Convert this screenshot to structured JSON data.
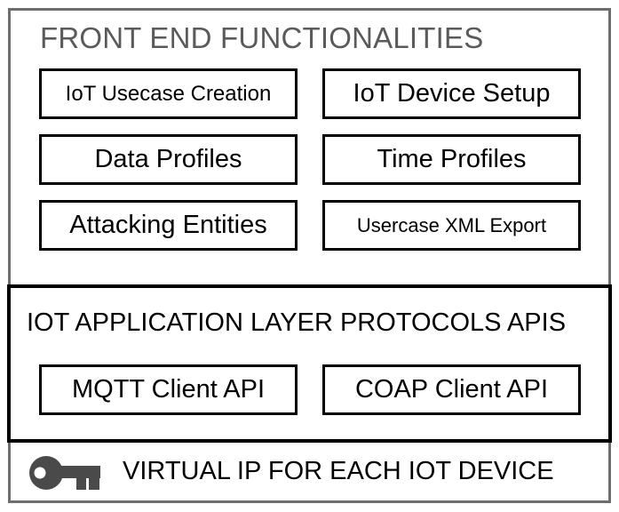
{
  "front_end": {
    "title": "FRONT END FUNCTIONALITIES",
    "items": [
      "IoT Usecase Creation",
      "IoT Device Setup",
      "Data Profiles",
      "Time Profiles",
      "Attacking Entities",
      "Usercase XML Export"
    ]
  },
  "protocols": {
    "title": "IOT APPLICATION LAYER PROTOCOLS APIS",
    "items": [
      "MQTT Client API",
      "COAP Client API"
    ]
  },
  "footer": {
    "icon": "key-icon",
    "text": "VIRTUAL IP FOR EACH IOT DEVICE"
  }
}
